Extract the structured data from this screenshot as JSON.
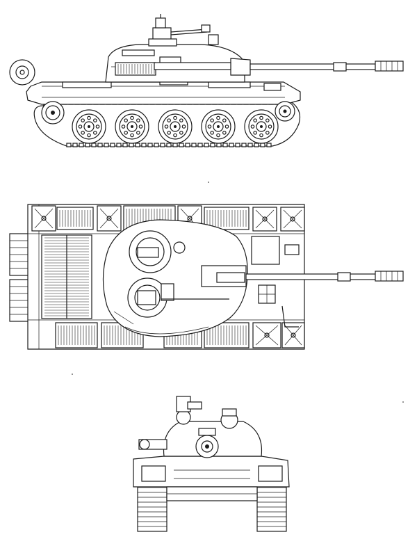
{
  "drawing": {
    "subject": "tank",
    "views": [
      "side-view",
      "top-view",
      "front-view"
    ],
    "road_wheels_per_side": 5,
    "line_color": "#1a1a1a",
    "paper_color": "#ffffff"
  }
}
